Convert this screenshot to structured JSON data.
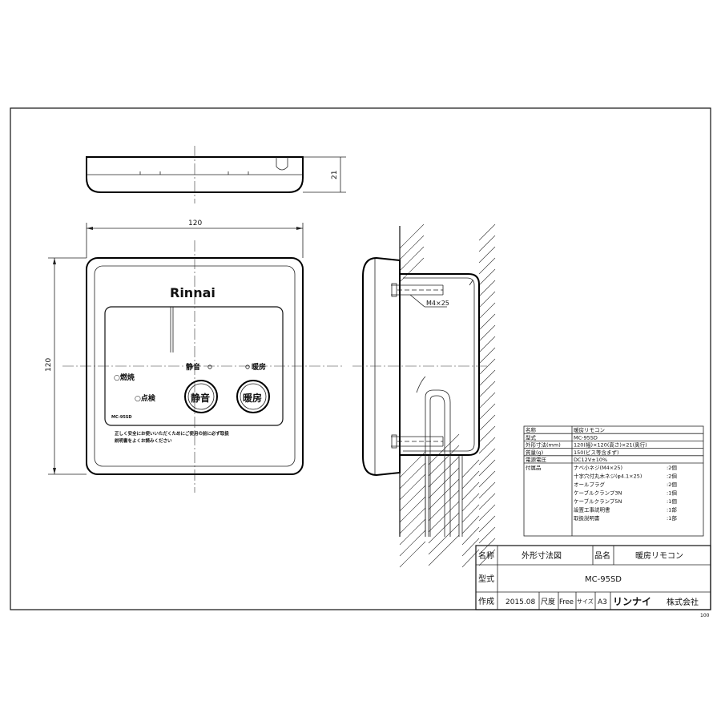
{
  "drawing": {
    "dim_width": "120",
    "dim_height": "120",
    "dim_depth": "21",
    "brand": "Rinnai",
    "front_labels": {
      "burn": "○燃焼",
      "inspect": "○点検",
      "quiet_top": "静音",
      "heat_top": "暖房",
      "quiet_button": "静音",
      "heat_button": "暖房",
      "model_small": "MC-95SD",
      "notice_line1": "正しく安全にお使いいただくためにご使用の前に必ず取扱",
      "notice_line2": "説明書をよくお読みください"
    },
    "screw_label": "M4×25"
  },
  "spec_table": {
    "rows": [
      {
        "key": "名称",
        "value": "暖房リモコン"
      },
      {
        "key": "型式",
        "value": "MC-95SD"
      },
      {
        "key": "外形寸法(mm)",
        "value": "120(幅)×120(高さ)×21(奥行)"
      },
      {
        "key": "質量(g)",
        "value": "150(ビス等含まず)"
      },
      {
        "key": "電源電圧",
        "value": "DC12V±10%"
      }
    ],
    "accessories_key": "付属品",
    "accessories": [
      {
        "name": "ナベ小ネジ(M4×25)",
        "qty": ":2個"
      },
      {
        "name": "十字穴付丸木ネジ(φ4.1×25)",
        "qty": ":2個"
      },
      {
        "name": "オールプラグ",
        "qty": ":2個"
      },
      {
        "name": "ケーブルクランプ3N",
        "qty": ":1個"
      },
      {
        "name": "ケーブルクランプ5N",
        "qty": ":1個"
      },
      {
        "name": "設置工事説明書",
        "qty": ":1部"
      },
      {
        "name": "取扱説明書",
        "qty": ":1部"
      }
    ]
  },
  "title_block": {
    "name_label": "名称",
    "name_value": "外形寸法図",
    "product_label": "品名",
    "product_value": "暖房リモコン",
    "type_label": "型式",
    "type_value": "MC-95SD",
    "made_label": "作成",
    "date": "2015.08",
    "scale_label": "尺度",
    "scale_value": "Free",
    "size_label": "サイズ",
    "size_value": "A3",
    "company_katakana": "リンナイ",
    "company_suffix": "株式会社",
    "sheet_number": "100"
  }
}
